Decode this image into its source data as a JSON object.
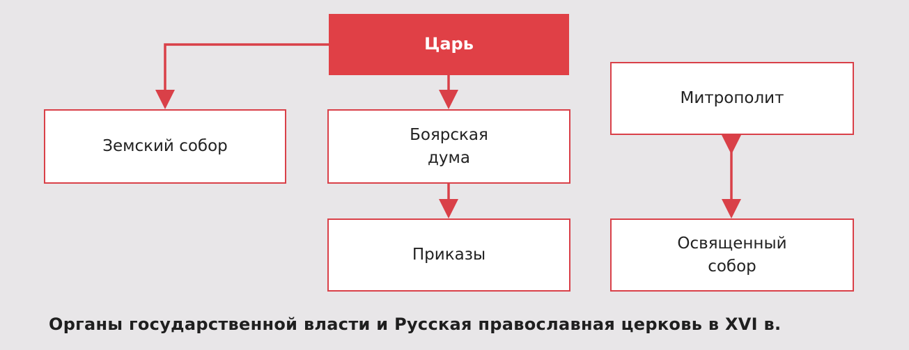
{
  "diagram": {
    "nodes": {
      "tsar": "Царь",
      "zemsky_sobor": "Земский  собор",
      "boyar_duma": "Боярская\nдума",
      "prikazy": "Приказы",
      "metropolitan": "Митрополит",
      "holy_council": "Освященный\nсобор"
    },
    "edges": [
      {
        "from": "tsar",
        "to": "zemsky_sobor",
        "type": "directed"
      },
      {
        "from": "tsar",
        "to": "boyar_duma",
        "type": "directed"
      },
      {
        "from": "boyar_duma",
        "to": "prikazy",
        "type": "directed"
      },
      {
        "from": "metropolitan",
        "to": "holy_council",
        "type": "bidirectional"
      }
    ],
    "caption": "Органы государственной власти и Русская православная церковь в XVI в."
  },
  "colors": {
    "accent": "#e04046",
    "border": "#d94048",
    "background": "#e8e6e8"
  }
}
